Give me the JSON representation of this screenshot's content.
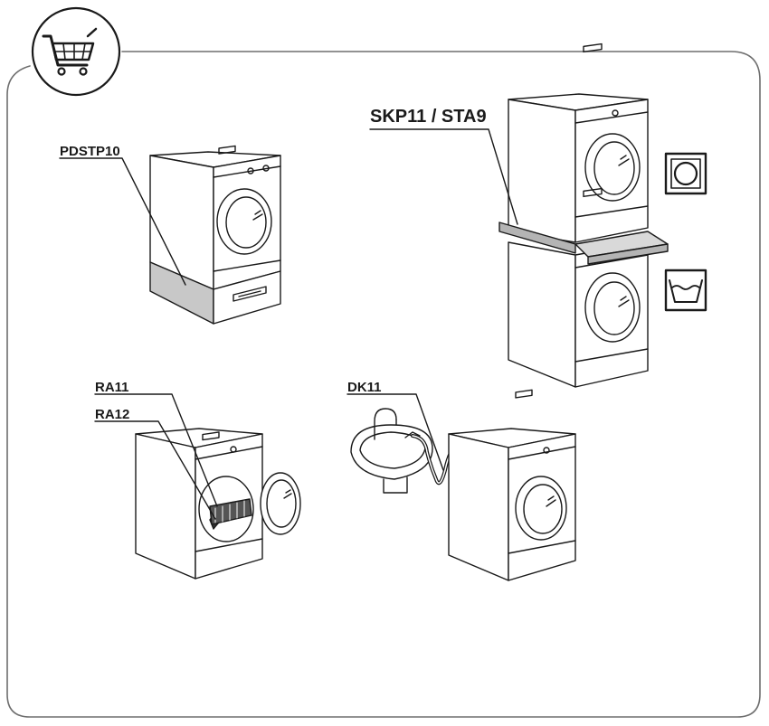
{
  "header": {
    "icon": "shopping-cart-icon"
  },
  "accessories": {
    "pedestal": "PDSTP10",
    "stacking_kit": "SKP11 / STA9",
    "rack_1": "RA11",
    "rack_2": "RA12",
    "drain_kit": "DK11"
  },
  "symbols": {
    "dryer": "tumble-dryer-symbol-icon",
    "washer": "washing-machine-symbol-icon"
  },
  "colors": {
    "line": "#1a1a1a",
    "pedestal_fill": "#c8c8c8",
    "stacking_shelf_fill": "#b4b4b4",
    "frame": "#6e6e6e"
  }
}
